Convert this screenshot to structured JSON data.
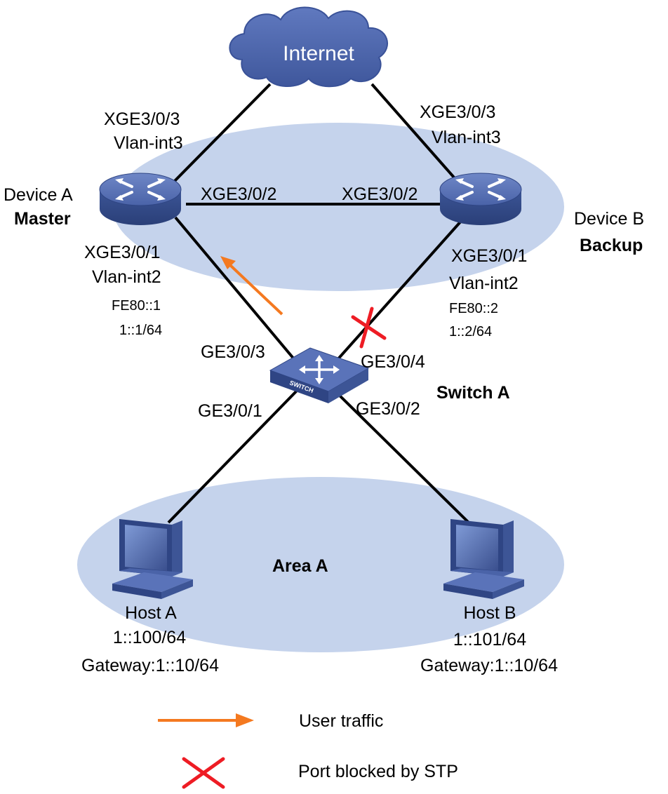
{
  "colors": {
    "area_fill": "#c5d3ec",
    "device": "#4a63a8",
    "link": "#000000",
    "traffic": "#f47920",
    "blocked": "#ee1c24"
  },
  "cloud": {
    "label": "Internet"
  },
  "device_a": {
    "name": "Device A",
    "role": "Master",
    "uplink_port": "XGE3/0/3",
    "uplink_vlan": "Vlan-int3",
    "peer_port": "XGE3/0/2",
    "down_port": "XGE3/0/1",
    "down_vlan": "Vlan-int2",
    "link_local": "FE80::1",
    "ipv6": "1::1/64"
  },
  "device_b": {
    "name": "Device B",
    "role": "Backup",
    "uplink_port": "XGE3/0/3",
    "uplink_vlan": "Vlan-int3",
    "peer_port": "XGE3/0/2",
    "down_port": "XGE3/0/1",
    "down_vlan": "Vlan-int2",
    "link_local": "FE80::2",
    "ipv6": "1::2/64"
  },
  "switch_a": {
    "name": "Switch A",
    "badge": "SWITCH",
    "port_to_a": "GE3/0/3",
    "port_to_b": "GE3/0/4",
    "port_to_host_a": "GE3/0/1",
    "port_to_host_b": "GE3/0/2"
  },
  "area": {
    "label": "Area A"
  },
  "host_a": {
    "name": "Host A",
    "ipv6": "1::100/64",
    "gateway": "Gateway:1::10/64"
  },
  "host_b": {
    "name": "Host B",
    "ipv6": "1::101/64",
    "gateway": "Gateway:1::10/64"
  },
  "legend": {
    "traffic_label": "User traffic",
    "blocked_label": "Port blocked by STP"
  }
}
